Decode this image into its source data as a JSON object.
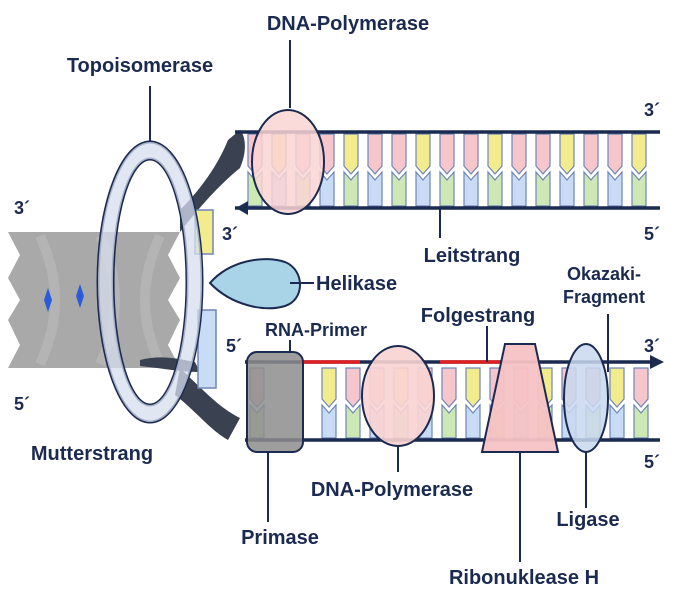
{
  "labels": {
    "dna_polymerase_top": "DNA-Polymerase",
    "topoisomerase": "Topoisomerase",
    "helikase": "Helikase",
    "leitstrang": "Leitstrang",
    "okazaki_line1": "Okazaki-",
    "okazaki_line2": "Fragment",
    "folgestrang": "Folgestrang",
    "rna_primer": "RNA-Primer",
    "mutterstrang": "Mutterstrang",
    "dna_polymerase_bottom": "DNA-Polymerase",
    "primase": "Primase",
    "ligase": "Ligase",
    "ribonuklease": "Ribonuklease H"
  },
  "ends": {
    "top_right_3": "3´",
    "left_3": "3´",
    "mid_3": "3´",
    "right_5_upper": "5´",
    "left_5": "5´",
    "lagging_5": "5´",
    "lagging_3": "3´",
    "bottom_right_5": "5´"
  },
  "colors": {
    "strand": "#1b2a50",
    "base_pink": "#f6c6cc",
    "base_yellow": "#f3ec8c",
    "base_green": "#cde8b4",
    "base_blue": "#c9dcf5",
    "primer_red": "#e02020",
    "enzyme_pink": "#fad3d3",
    "topo_ring": "#d7deef",
    "helikase": "#a9d3e6",
    "primase_gray": "#8d8d8d",
    "histone_gray": "#9a9a9a",
    "ribonuklease": "#f6c2c4",
    "ligase": "#c9d8ef"
  }
}
